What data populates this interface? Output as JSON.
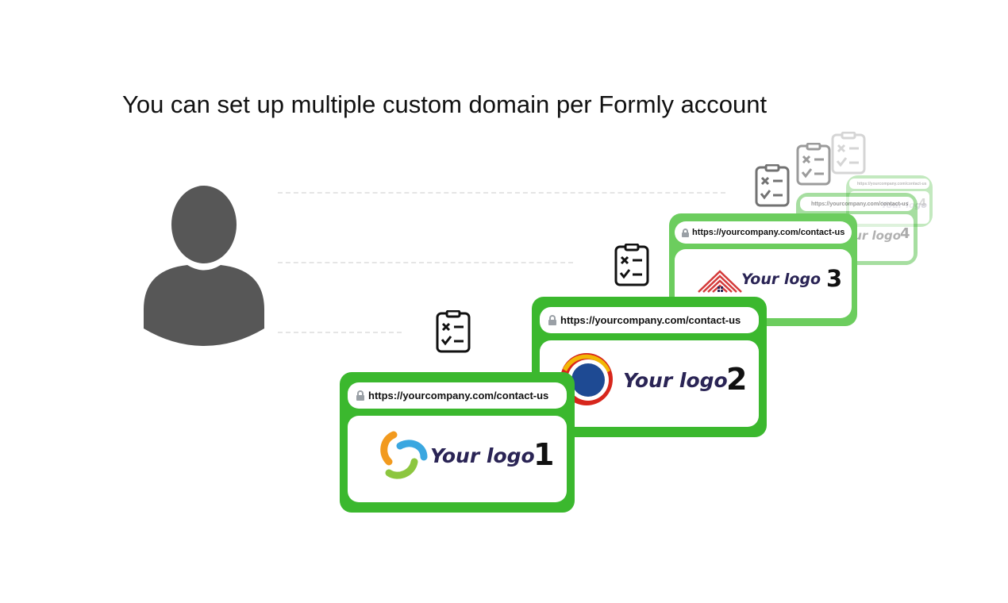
{
  "title": "You can set up multiple custom domain per Formly account",
  "colors": {
    "frame_green": "#3bb82e",
    "frame_green_faded": "#6ccd5e",
    "person_gray": "#575757",
    "logo_text": "#2a2455"
  },
  "icons": {
    "user": "user-silhouette-icon",
    "form": "clipboard-checklist-icon",
    "lock": "lock-icon"
  },
  "domains": [
    {
      "url": "https://yourcompany.com/contact-us",
      "logo_text": "Your logo",
      "logo_number": "1"
    },
    {
      "url": "https://yourcompany.com/contact-us",
      "logo_text": "Your logo",
      "logo_number": "2"
    },
    {
      "url": "https://yourcompany.com/contact-us",
      "logo_text": "Your logo",
      "logo_number": "3"
    },
    {
      "url": "https://yourcompany.com/contact-us",
      "logo_text": "Your logo",
      "logo_number": "4"
    },
    {
      "url": "https://yourcompany.com/contact-us",
      "logo_text": "Your logo",
      "logo_number": "4"
    }
  ]
}
